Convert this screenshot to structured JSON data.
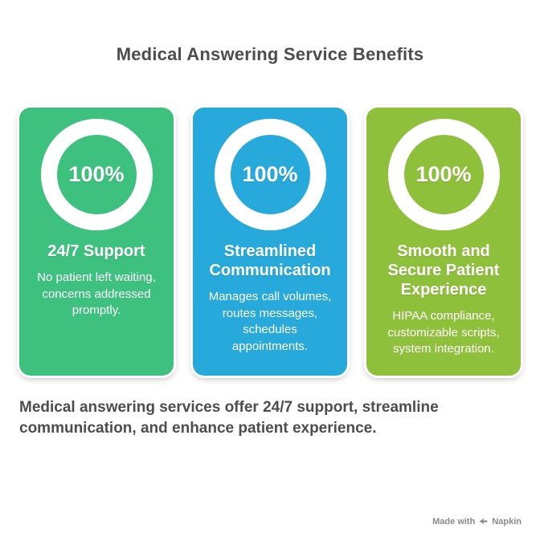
{
  "title": "Medical Answering Service Benefits",
  "cards": [
    {
      "color": "#3EC17E",
      "percent": "100%",
      "title": "24/7 Support",
      "description": "No patient left waiting, concerns addressed promptly."
    },
    {
      "color": "#27A9DB",
      "percent": "100%",
      "title": "Streamlined Communication",
      "description": "Manages call volumes, routes messages, schedules appointments."
    },
    {
      "color": "#8FC03C",
      "percent": "100%",
      "title": "Smooth and Secure Patient Experience",
      "description": "HIPAA compliance, customizable scripts, system integration."
    }
  ],
  "summary": "Medical answering services offer 24/7 support, streamline communication, and enhance patient experience.",
  "footer": {
    "made_with_label": "Made with",
    "brand": "Napkin"
  },
  "colors": {
    "heading_text": "#4d4d4d",
    "card_text": "#ffffff",
    "footer_text": "#8a8a8a"
  }
}
